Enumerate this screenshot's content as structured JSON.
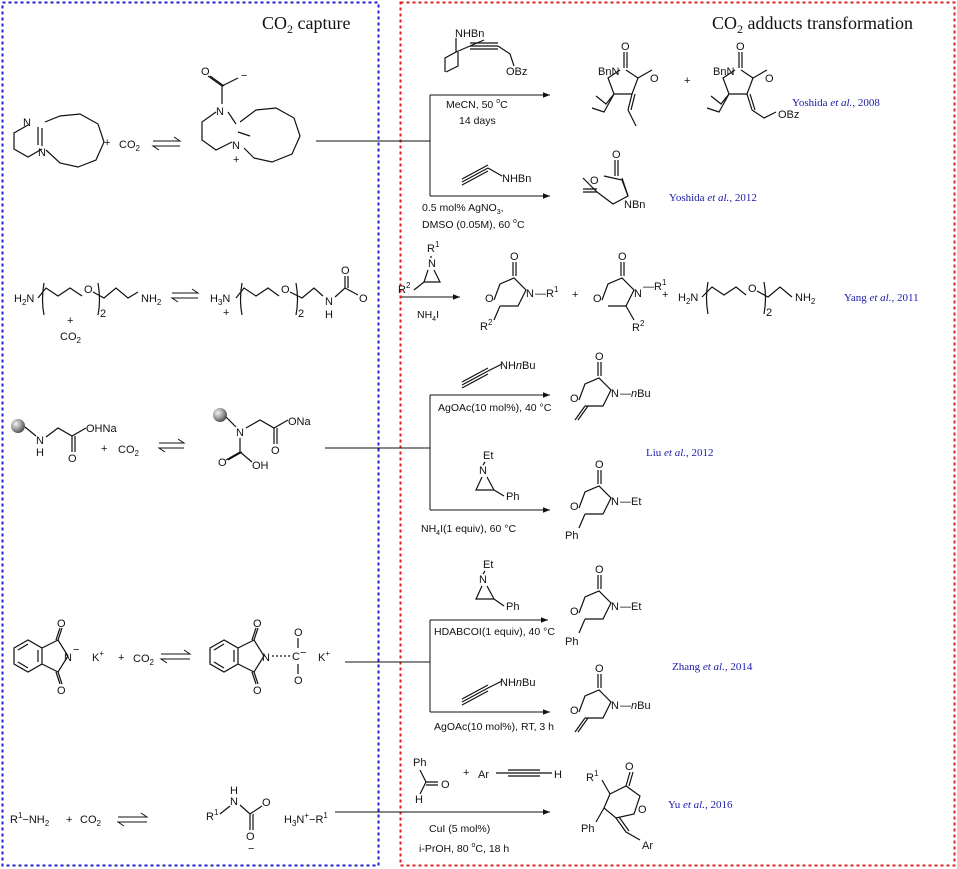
{
  "panels": {
    "capture_title_pre": "CO",
    "capture_title_sub": "2",
    "capture_title_post": " capture",
    "transform_title_pre": "CO",
    "transform_title_sub": "2",
    "transform_title_post": " adducts transformation",
    "capture_border_color": "#1f1fd0",
    "transform_border_color": "#e01f1f"
  },
  "capture_rows": {
    "r1": {
      "plus": "+",
      "co2": "CO",
      "co2_sub": "2",
      "N1": "N",
      "N2": "N",
      "N3": "N",
      "N4": "N",
      "charge_minus": "−",
      "charge_plus": "+",
      "O1": "O"
    },
    "r2": {
      "h2n": "H",
      "h2n_sub": "2",
      "h2n_N": "N",
      "O": "O",
      "n": "2",
      "nh2": "NH",
      "nh2_sub": "2",
      "plus_co2": "+",
      "co2": "CO",
      "co2_sub": "2",
      "h3n": "H",
      "h3n_sub": "3",
      "h3n_N": "N",
      "plus_sup": "+",
      "O2": "O",
      "nh": "N",
      "h": "H",
      "n2": "2",
      "O3": "O",
      "O4": "O"
    },
    "r3": {
      "nh": "N",
      "h": "H",
      "oh_na": "OHNa",
      "O": "O",
      "plus": "+",
      "co2": "CO",
      "co2_sub": "2",
      "N": "N",
      "ona": "ONa",
      "O2": "O",
      "oh": "OH",
      "O3": "O"
    },
    "r4": {
      "N": "N",
      "minus": "−",
      "k": "K",
      "k_plus": "+",
      "O1": "O",
      "O2": "O",
      "plus": "+",
      "co2": "CO",
      "co2_sub": "2",
      "N2": "N",
      "C": "C",
      "C_minus": "−",
      "O3": "O",
      "O4": "O",
      "O5": "O",
      "O6": "O",
      "k2": "K",
      "k2_plus": "+"
    },
    "r5": {
      "r1nh2_R": "R",
      "r1nh2_sup": "1",
      "r1nh2_N": "−NH",
      "r1nh2_sub": "2",
      "plus": "+",
      "co2": "CO",
      "co2_sub": "2",
      "R": "R",
      "R_sup": "1",
      "N": "N",
      "H": "H",
      "O": "O",
      "O_minus": "O",
      "minus": "−",
      "h3n": "H",
      "h3n_sub": "3",
      "h3n_N": "N",
      "h3n_plus": "+",
      "h3n_R": "−R",
      "h3n_R_sup": "1"
    }
  },
  "transform_rows": {
    "t1": {
      "reagent_nhbn": "NHBn",
      "reagent_obz": "OBz",
      "cond1": "MeCN, 50 ",
      "cond1_sup": "o",
      "cond1_c": "C",
      "cond2": "14 days",
      "p1_bnn": "BnN",
      "p1_o": "O",
      "p1_o2": "O",
      "plus": "+",
      "p2_bnn": "BnN",
      "p2_o": "O",
      "p2_o2": "O",
      "p2_obz": "OBz",
      "ref_pre": "Yoshida ",
      "ref_em": "et al.",
      "ref_post": ", 2008"
    },
    "t2": {
      "reagent": "NHBn",
      "cond1": "0.5 mol% AgNO",
      "cond1_sub": "3",
      "cond1_post": ",",
      "cond2": "DMSO (0.05M), 60 ",
      "cond2_sup": "o",
      "cond2_c": "C",
      "p_o": "O",
      "p_o2": "O",
      "p_nbn": "NBn",
      "ref_pre": "Yoshida ",
      "ref_em": "et al.",
      "ref_post": ", 2012"
    },
    "t3": {
      "r1": "R",
      "r1_sup": "1",
      "n": "N",
      "r2": "R",
      "r2_sup": "2",
      "cond": "NH",
      "cond_sub": "4",
      "cond_post": "I",
      "p1_o": "O",
      "p1_o2": "O",
      "p1_n": "N",
      "p1_r1": "—R",
      "p1_r1_sup": "1",
      "p1_r2": "R",
      "p1_r2_sup": "2",
      "plus1": "+",
      "p2_o": "O",
      "p2_o2": "O",
      "p2_n": "N",
      "p2_r1": "—R",
      "p2_r1_sup": "1",
      "p2_r2": "R",
      "p2_r2_sup": "2",
      "plus2": "+",
      "p3_h2n": "H",
      "p3_h2n_sub": "2",
      "p3_N": "N",
      "p3_o": "O",
      "p3_n": "2",
      "p3_nh2": "NH",
      "p3_nh2_sub": "2",
      "ref_pre": "Yang ",
      "ref_em": "et al.",
      "ref_post": ", 2011"
    },
    "t4": {
      "reagent": "NH",
      "reagent_em": "n",
      "reagent_post": "Bu",
      "cond": "AgOAc(10 mol%), 40 °C",
      "p_o": "O",
      "p_o2": "O",
      "p_n": "N",
      "p_nbu_pre": "—",
      "p_nbu_em": "n",
      "p_nbu_post": "Bu",
      "ref_pre": "Liu ",
      "ref_em": "et al.",
      "ref_post": ", 2012"
    },
    "t5": {
      "et": "Et",
      "n": "N",
      "ph": "Ph",
      "cond_pre": "NH",
      "cond_sub": "4",
      "cond_post": "I(1 equiv), 60 °C",
      "p_o": "O",
      "p_o2": "O",
      "p_n": "N",
      "p_et": "—Et",
      "p_ph": "Ph"
    },
    "t6": {
      "et": "Et",
      "n": "N",
      "ph": "Ph",
      "cond": "HDABCOI(1 equiv), 40 °C",
      "p_o": "O",
      "p_o2": "O",
      "p_n": "N",
      "p_et": "—Et",
      "p_ph": "Ph",
      "ref_pre": "Zhang ",
      "ref_em": "et al.",
      "ref_post": ", 2014"
    },
    "t7": {
      "reagent": "NH",
      "reagent_em": "n",
      "reagent_post": "Bu",
      "cond": "AgOAc(10 mol%), RT, 3 h",
      "p_o": "O",
      "p_o2": "O",
      "p_n": "N",
      "p_nbu_pre": "—",
      "p_nbu_em": "n",
      "p_nbu_post": "Bu"
    },
    "t8": {
      "ph": "Ph",
      "o": "O",
      "h": "H",
      "plus": "+",
      "ar": "Ar",
      "h2": "H",
      "cond1": "CuI (5 mol%)",
      "cond2": "i-PrOH, 80 ",
      "cond2_sup": "o",
      "cond2_c": "C, 18 h",
      "p_r1": "R",
      "p_r1_sup": "1",
      "p_o": "O",
      "p_o2": "O",
      "p_ph": "Ph",
      "p_ar": "Ar",
      "ref_pre": "Yu ",
      "ref_em": "et al.",
      "ref_post": ", 2016"
    }
  }
}
